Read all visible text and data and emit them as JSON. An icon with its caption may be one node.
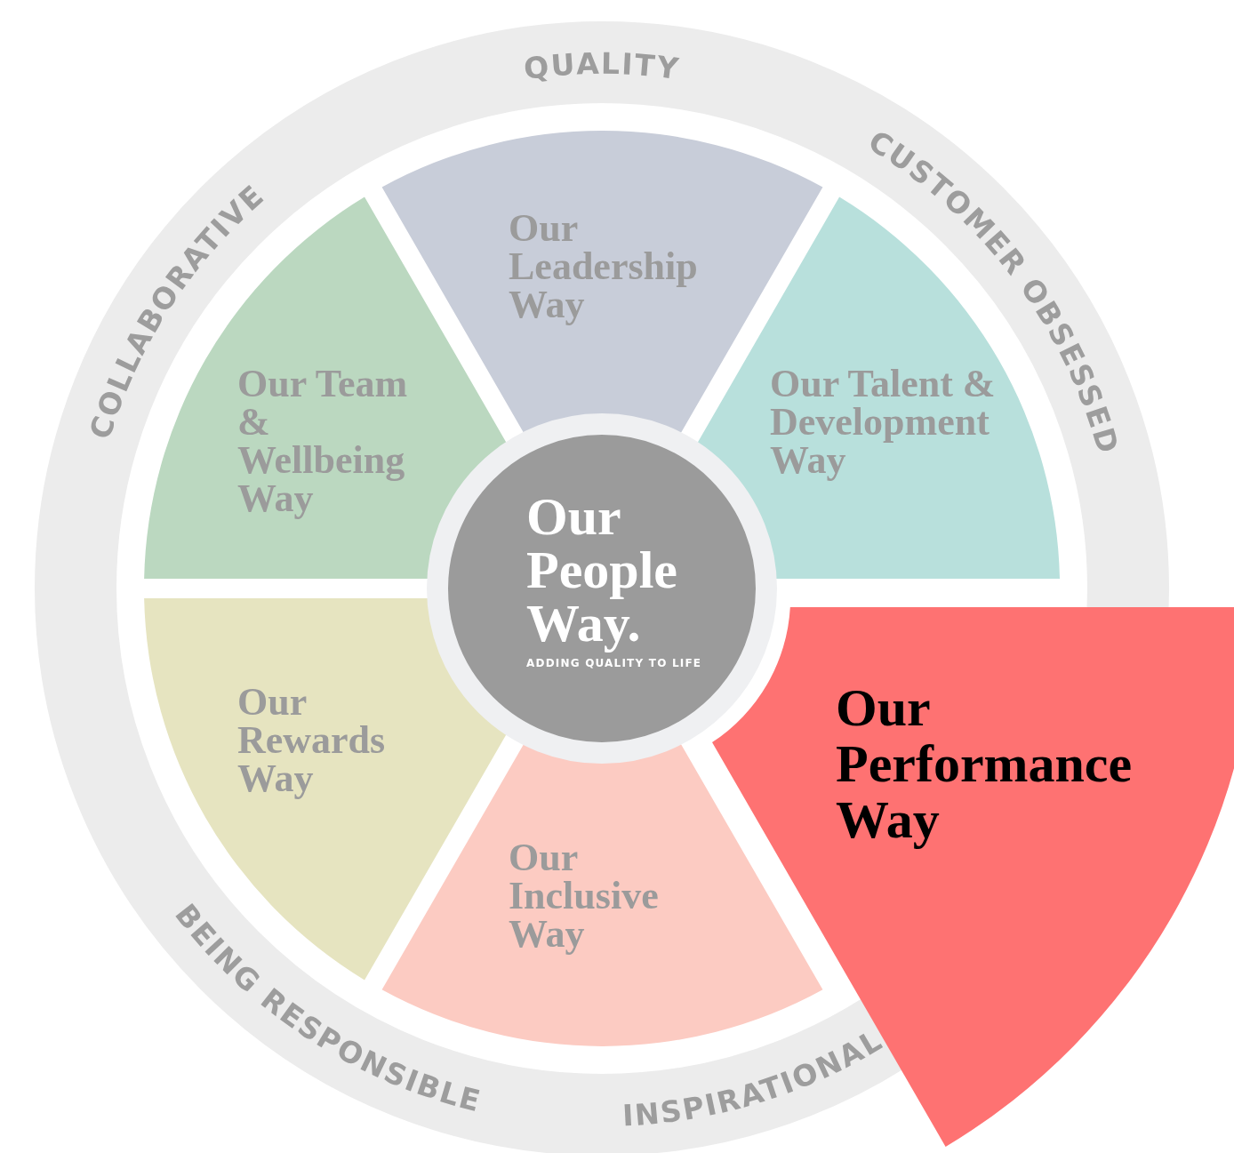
{
  "diagram": {
    "nodes": [
      {
        "text": [
          "QUALITY",
          "CUSTOMER OBSESSED",
          "INSPIRATIONAL",
          "BEING RESPONSIBLE",
          "COLLABORATIVE"
        ]
      },
      {
        "text": [
          "Our People Way.",
          "ADDING QUALITY TO LIFE"
        ],
        "in": 0
      },
      {
        "text": [
          "Our Leadership Way"
        ],
        "in": 0
      },
      {
        "text": [
          "Our Team & Wellbeing Way"
        ],
        "in": 0
      },
      {
        "text": [
          "Our Talent & Development Way"
        ],
        "in": 0
      },
      {
        "text": [
          "Our Rewards Way"
        ],
        "in": 0
      },
      {
        "text": [
          "Our Performance Way"
        ]
      },
      {
        "text": [
          "Our Inclusive Way"
        ],
        "in": 0
      }
    ],
    "edges": []
  }
}
